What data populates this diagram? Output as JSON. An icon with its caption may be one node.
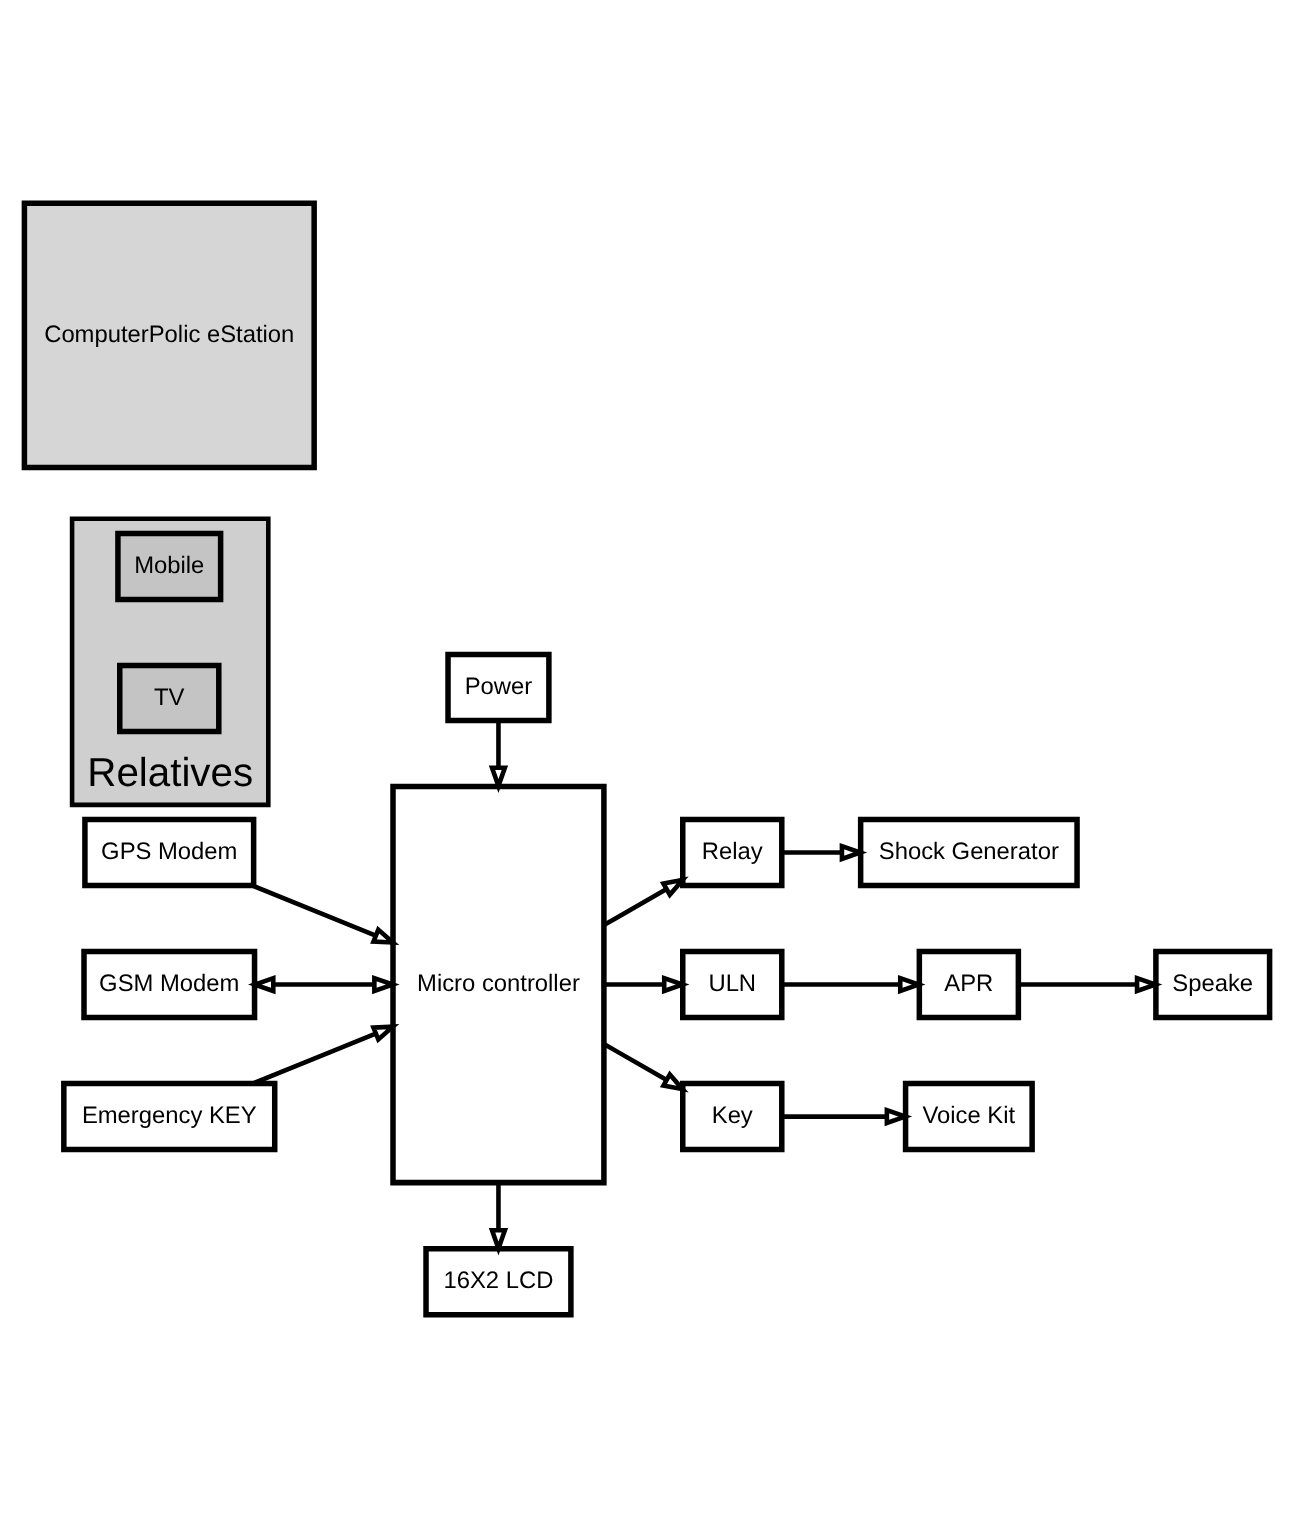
{
  "diagram": {
    "nodes": [
      {
        "text": [
          "16X2 LCD"
        ]
      },
      {
        "text": [
          "GPS Modem"
        ]
      },
      {
        "text": [
          "Micro controller"
        ]
      },
      {
        "text": [
          "Relay"
        ]
      },
      {
        "text": [
          "Shock Generator"
        ]
      },
      {
        "text": [
          "GSM Modem"
        ]
      },
      {
        "text": [
          "ULN"
        ]
      },
      {
        "text": [
          "APR"
        ]
      },
      {
        "text": [
          "Speake"
        ]
      },
      {
        "text": [
          "Emergency KEY"
        ]
      },
      {
        "text": [
          "Key"
        ]
      },
      {
        "text": [
          "Voice Kit"
        ]
      },
      {
        "text": [
          "Power"
        ]
      },
      {
        "text": [
          "Relatives"
        ]
      },
      {
        "text": [
          "Mobile"
        ],
        "in": 13
      },
      {
        "text": [
          "TV"
        ],
        "in": 13
      },
      {
        "text": [
          "ComputerPolic eStation"
        ]
      }
    ],
    "edges": [
      {
        "from": 2,
        "to": 0,
        "arrow": "to"
      },
      {
        "from": 1,
        "to": 2,
        "arrow": "to"
      },
      {
        "from": 5,
        "to": 2,
        "arrow": "both"
      },
      {
        "from": 9,
        "to": 2,
        "arrow": "to"
      },
      {
        "from": 2,
        "to": 3,
        "arrow": "to"
      },
      {
        "from": 3,
        "to": 4,
        "arrow": "to"
      },
      {
        "from": 2,
        "to": 6,
        "arrow": "to"
      },
      {
        "from": 6,
        "to": 7,
        "arrow": "to"
      },
      {
        "from": 7,
        "to": 8,
        "arrow": "to"
      },
      {
        "from": 2,
        "to": 10,
        "arrow": "to"
      },
      {
        "from": 10,
        "to": 11,
        "arrow": "to"
      },
      {
        "from": 12,
        "to": 2,
        "arrow": "to"
      }
    ]
  }
}
